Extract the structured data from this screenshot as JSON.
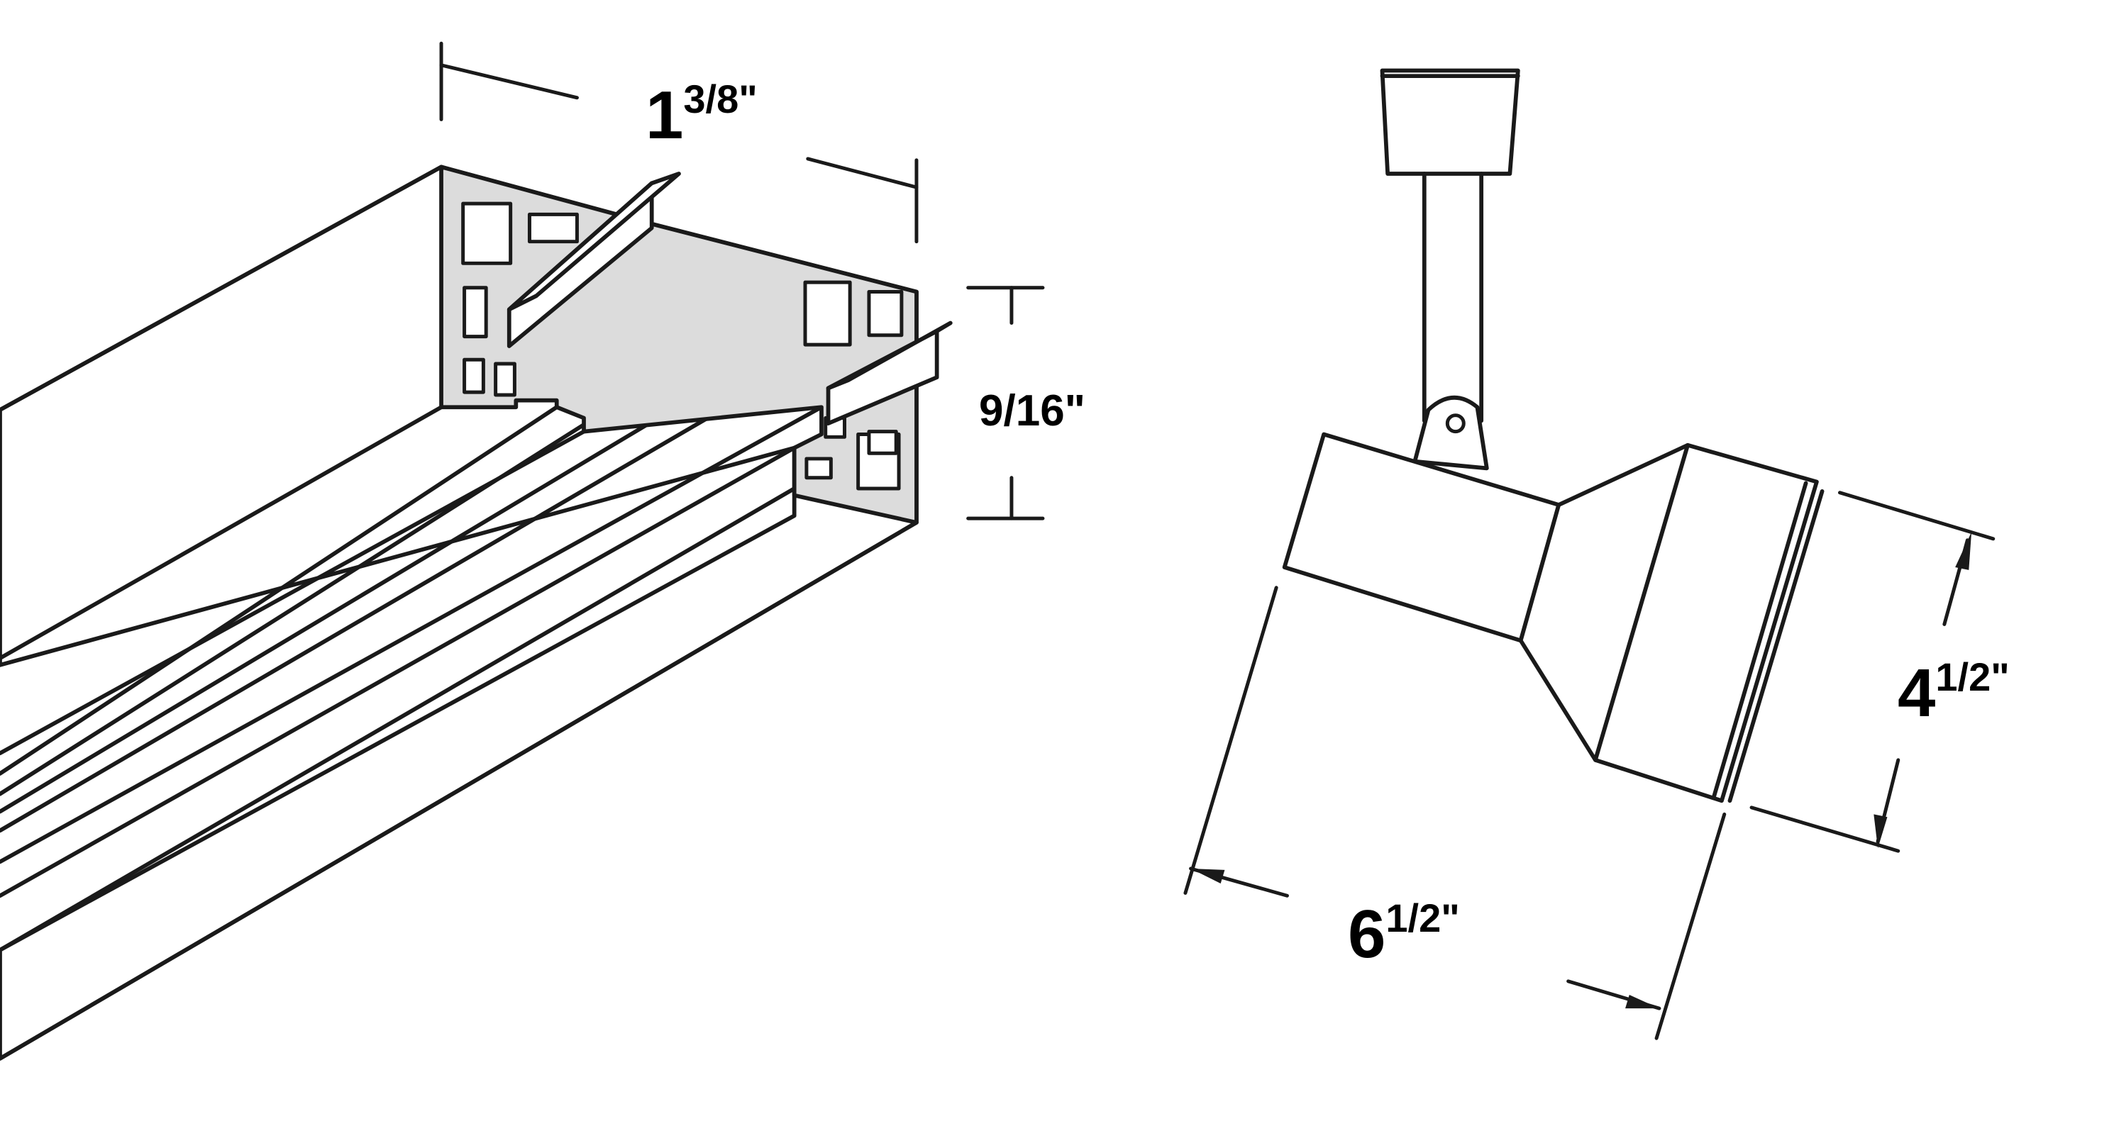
{
  "dimensions": {
    "track_width": {
      "whole": "1",
      "fraction": "3/8\""
    },
    "track_height": {
      "text": "9/16\""
    },
    "fixture_height": {
      "whole": "4",
      "fraction": "1/2\""
    },
    "fixture_length": {
      "whole": "6",
      "fraction": "1/2\""
    }
  }
}
